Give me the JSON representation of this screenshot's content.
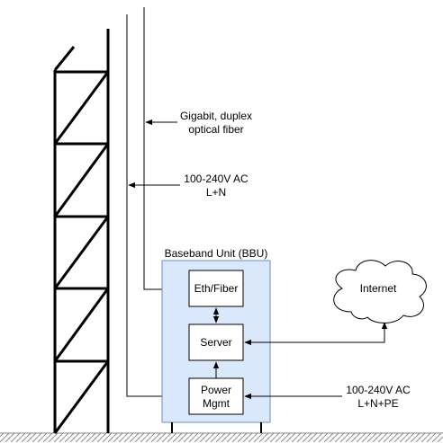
{
  "labels": {
    "fiber_line1": "Gigabit, duplex",
    "fiber_line2": "optical fiber",
    "ac_in_line1": "100-240V AC",
    "ac_in_line2": "L+N",
    "bbu_title": "Baseband Unit (BBU)",
    "eth_fiber": "Eth/Fiber",
    "server": "Server",
    "power_line1": "Power",
    "power_line2": "Mgmt",
    "internet": "Internet",
    "ac_ext_line1": "100-240V AC",
    "ac_ext_line2": "L+N+PE"
  },
  "colors": {
    "bbu_fill": "#dae8fc",
    "bbu_stroke": "#6c8ebf",
    "line": "#000000",
    "ground_hatch": "#8a8a8a"
  }
}
